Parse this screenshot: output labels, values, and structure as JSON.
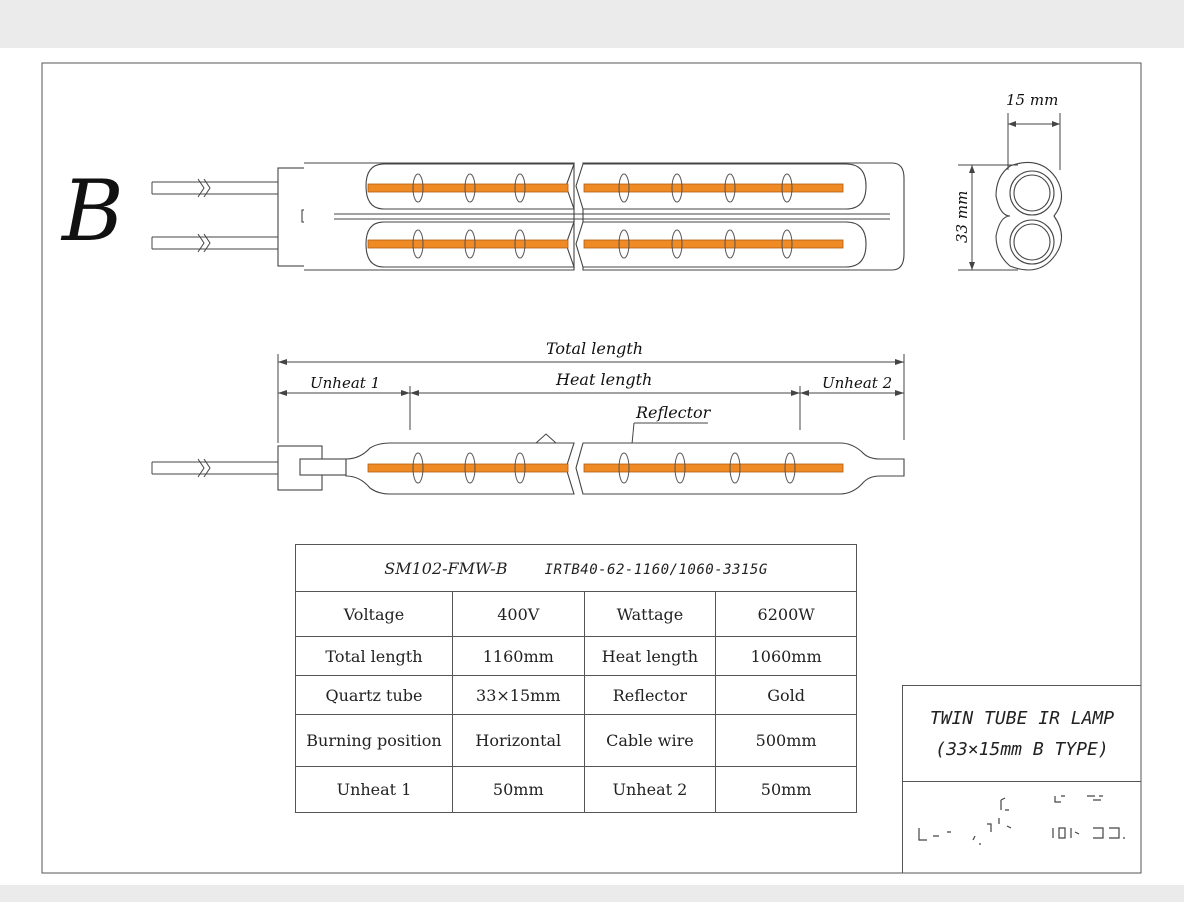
{
  "drawing": {
    "type_letter": "B",
    "dim_width": "15 mm",
    "dim_height": "33 mm",
    "total_length_label": "Total length",
    "heat_length_label": "Heat length",
    "unheat1_label": "Unheat 1",
    "unheat2_label": "Unheat 2",
    "reflector_label": "Reflector",
    "filament_color": "#f08a24"
  },
  "spec_table": {
    "model_a": "SM102-FMW-B",
    "model_b": "IRTB40-62-1160/1060-3315G",
    "rows": [
      [
        "Voltage",
        "400V",
        "Wattage",
        "6200W"
      ],
      [
        "Total length",
        "1160mm",
        "Heat length",
        "1060mm"
      ],
      [
        "Quartz tube",
        "33×15mm",
        "Reflector",
        "Gold"
      ],
      [
        "Burning position",
        "Horizontal",
        "Cable wire",
        "500mm"
      ],
      [
        "Unheat 1",
        "50mm",
        "Unheat 2",
        "50mm"
      ]
    ]
  },
  "title_block": {
    "line1": "TWIN TUBE IR LAMP",
    "line2": "(33×15mm B TYPE)"
  }
}
